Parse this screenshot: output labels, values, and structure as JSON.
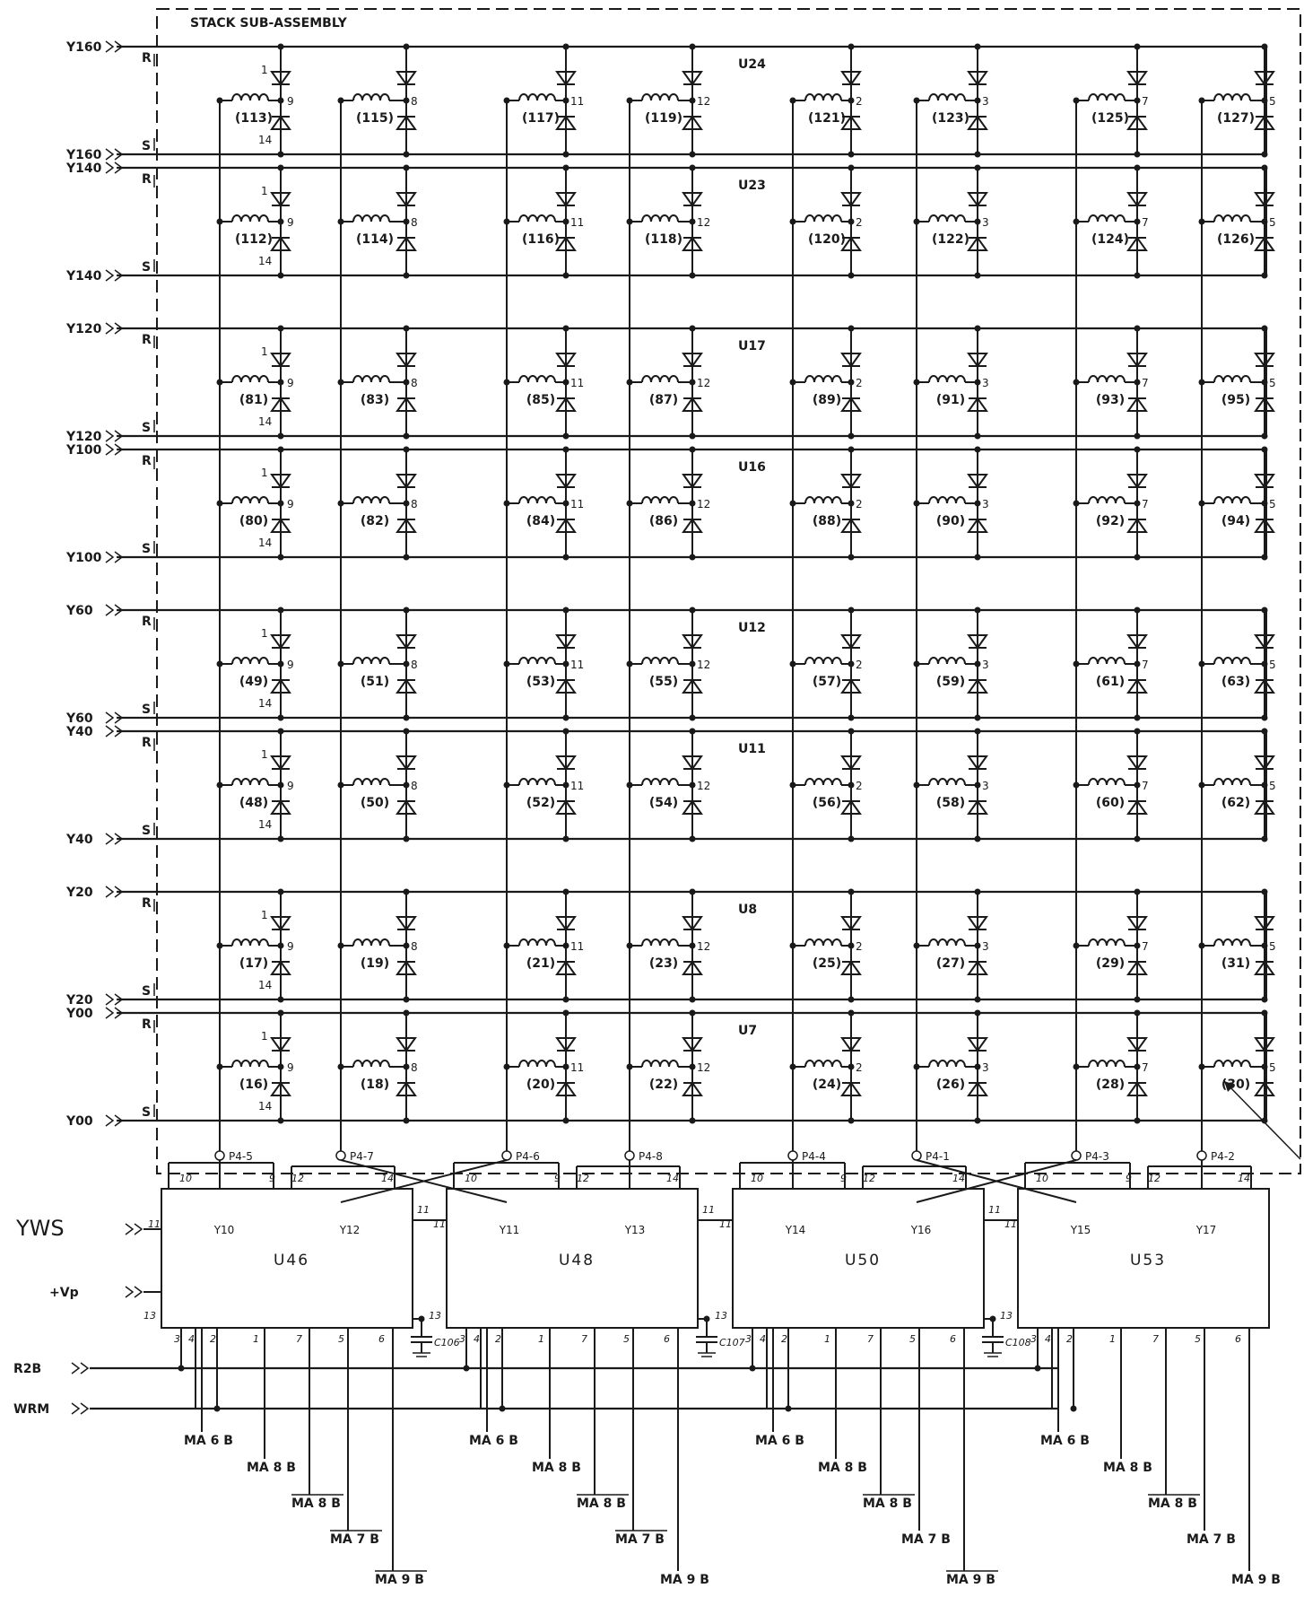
{
  "title": "STACK   SUB-ASSEMBLY",
  "rows": [
    {
      "chip": "U24",
      "top": {
        "net": "Y160",
        "tag": "R"
      },
      "bot": {
        "net": "Y160",
        "tag": "S"
      },
      "pins": {
        "top": "1",
        "mid": "9",
        "bot": "14"
      },
      "cores": [
        "(113)",
        "(115)",
        "(117)",
        "(119)",
        "(121)",
        "(123)",
        "(125)",
        "(127)"
      ]
    },
    {
      "chip": "U23",
      "top": {
        "net": "Y140",
        "tag": "R"
      },
      "bot": {
        "net": "Y140",
        "tag": "S"
      },
      "pins": {
        "top": "1",
        "mid": "9",
        "bot": "14"
      },
      "cores": [
        "(112)",
        "(114)",
        "(116)",
        "(118)",
        "(120)",
        "(122)",
        "(124)",
        "(126)"
      ]
    },
    {
      "chip": "U17",
      "top": {
        "net": "Y120",
        "tag": "R"
      },
      "bot": {
        "net": "Y120",
        "tag": "S"
      },
      "pins": {
        "top": "1",
        "mid": "9",
        "bot": "14"
      },
      "cores": [
        "(81)",
        "(83)",
        "(85)",
        "(87)",
        "(89)",
        "(91)",
        "(93)",
        "(95)"
      ]
    },
    {
      "chip": "U16",
      "top": {
        "net": "Y100",
        "tag": "R"
      },
      "bot": {
        "net": "Y100",
        "tag": "S"
      },
      "pins": {
        "top": "1",
        "mid": "9",
        "bot": "14"
      },
      "cores": [
        "(80)",
        "(82)",
        "(84)",
        "(86)",
        "(88)",
        "(90)",
        "(92)",
        "(94)"
      ]
    },
    {
      "chip": "U12",
      "top": {
        "net": "Y60",
        "tag": "R"
      },
      "bot": {
        "net": "Y60",
        "tag": "S"
      },
      "pins": {
        "top": "1",
        "mid": "9",
        "bot": "14"
      },
      "cores": [
        "(49)",
        "(51)",
        "(53)",
        "(55)",
        "(57)",
        "(59)",
        "(61)",
        "(63)"
      ]
    },
    {
      "chip": "U11",
      "top": {
        "net": "Y40",
        "tag": "R"
      },
      "bot": {
        "net": "Y40",
        "tag": "S"
      },
      "pins": {
        "top": "1",
        "mid": "9",
        "bot": "14"
      },
      "cores": [
        "(48)",
        "(50)",
        "(52)",
        "(54)",
        "(56)",
        "(58)",
        "(60)",
        "(62)"
      ]
    },
    {
      "chip": "U8",
      "top": {
        "net": "Y20",
        "tag": "R"
      },
      "bot": {
        "net": "Y20",
        "tag": "S"
      },
      "pins": {
        "top": "1",
        "mid": "9",
        "bot": "14"
      },
      "cores": [
        "(17)",
        "(19)",
        "(21)",
        "(23)",
        "(25)",
        "(27)",
        "(29)",
        "(31)"
      ]
    },
    {
      "chip": "U7",
      "top": {
        "net": "Y00",
        "tag": "R"
      },
      "bot": {
        "net": "Y00",
        "tag": "S"
      },
      "pins": {
        "top": "1",
        "mid": "9",
        "bot": "14"
      },
      "cores": [
        "(16)",
        "(18)",
        "(20)",
        "(22)",
        "(24)",
        "(26)",
        "(28)",
        "(30)"
      ]
    }
  ],
  "column_pins": [
    "9",
    "8",
    "11",
    "12",
    "2",
    "3",
    "7",
    "5"
  ],
  "connectors": [
    "P4-5",
    "P4-7",
    "P4-6",
    "P4-8",
    "P4-4",
    "P4-1",
    "P4-3",
    "P4-2"
  ],
  "drivers": [
    {
      "name": "U46",
      "left": "Y10",
      "right": "Y12",
      "cap": "C106"
    },
    {
      "name": "U48",
      "left": "Y11",
      "right": "Y13",
      "cap": "C107"
    },
    {
      "name": "U50",
      "left": "Y14",
      "right": "Y16",
      "cap": "C108"
    },
    {
      "name": "U53",
      "left": "Y15",
      "right": "Y17",
      "cap": ""
    }
  ],
  "driver_pins": {
    "top": [
      "10",
      "9",
      "12",
      "14"
    ],
    "side_in": "11",
    "side_out": "11",
    "power": "13",
    "bottom": [
      "3",
      "4",
      "2",
      "1",
      "7",
      "5",
      "6"
    ]
  },
  "inputs": {
    "yws": "YWS",
    "vp": "+Vp",
    "r2b": "R2B",
    "wrm": "WRM"
  },
  "addr_labels": [
    [
      "MA 6 B",
      "MA 8 B",
      "MA 8 B",
      "MA 7 B",
      "MA 9 B"
    ],
    [
      "MA 6 B",
      "MA 8 B",
      "MA 8 B",
      "MA 7 B",
      "MA 9 B"
    ],
    [
      "MA 6 B",
      "MA 8 B",
      "MA 8 B",
      "MA 7 B",
      "MA 9 B"
    ],
    [
      "MA 6 B",
      "MA 8 B",
      "MA 8 B",
      "MA 7 B",
      "MA 9 B"
    ]
  ],
  "addr_overbar": [
    [
      false,
      false,
      true,
      true,
      true
    ],
    [
      false,
      false,
      true,
      true,
      false
    ],
    [
      false,
      false,
      true,
      false,
      true
    ],
    [
      false,
      false,
      true,
      false,
      false
    ]
  ]
}
